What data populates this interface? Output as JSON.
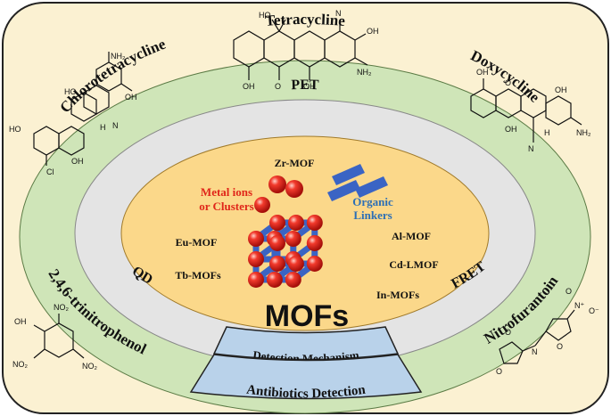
{
  "antibiotics": {
    "top": "Tetracycline",
    "left": "Chlorotetracycline",
    "right": "Doxycycline",
    "bottom_left": "2,4,6-trinitrophenol",
    "bottom_right": "Nitrofurantoin"
  },
  "mechanisms": {
    "top": "PET",
    "left": "QD",
    "right": "FRET"
  },
  "mofs": {
    "zr": "Zr-MOF",
    "eu": "Eu-MOF",
    "tb": "Tb-MOFs",
    "al": "Al-MOF",
    "cd": "Cd-LMOF",
    "in": "In-MOFs"
  },
  "components": {
    "metal_line1": "Metal ions",
    "metal_line2": "or Clusters",
    "linker_line1": "Organic",
    "linker_line2": "Linkers"
  },
  "center_title": "MOFs",
  "boxes": {
    "mechanism": "Detection Mechanism",
    "detection": "Antibiotics Detection"
  },
  "chem_labels": {
    "nh2": "NH₂",
    "oh": "OH",
    "ho": "HO",
    "o": "O",
    "h": "H",
    "n": "N",
    "cl": "Cl",
    "no2": "NO₂",
    "nplus": "N⁺",
    "ominus": "O⁻"
  },
  "colors": {
    "background": "#fbf1d2",
    "outer_ring": "#cfe5b8",
    "middle_ring": "#e4e4e4",
    "core": "#fbd88a",
    "box": "#b9d2ea",
    "sphere": "#e8221b",
    "cube": "#3a64c4"
  }
}
